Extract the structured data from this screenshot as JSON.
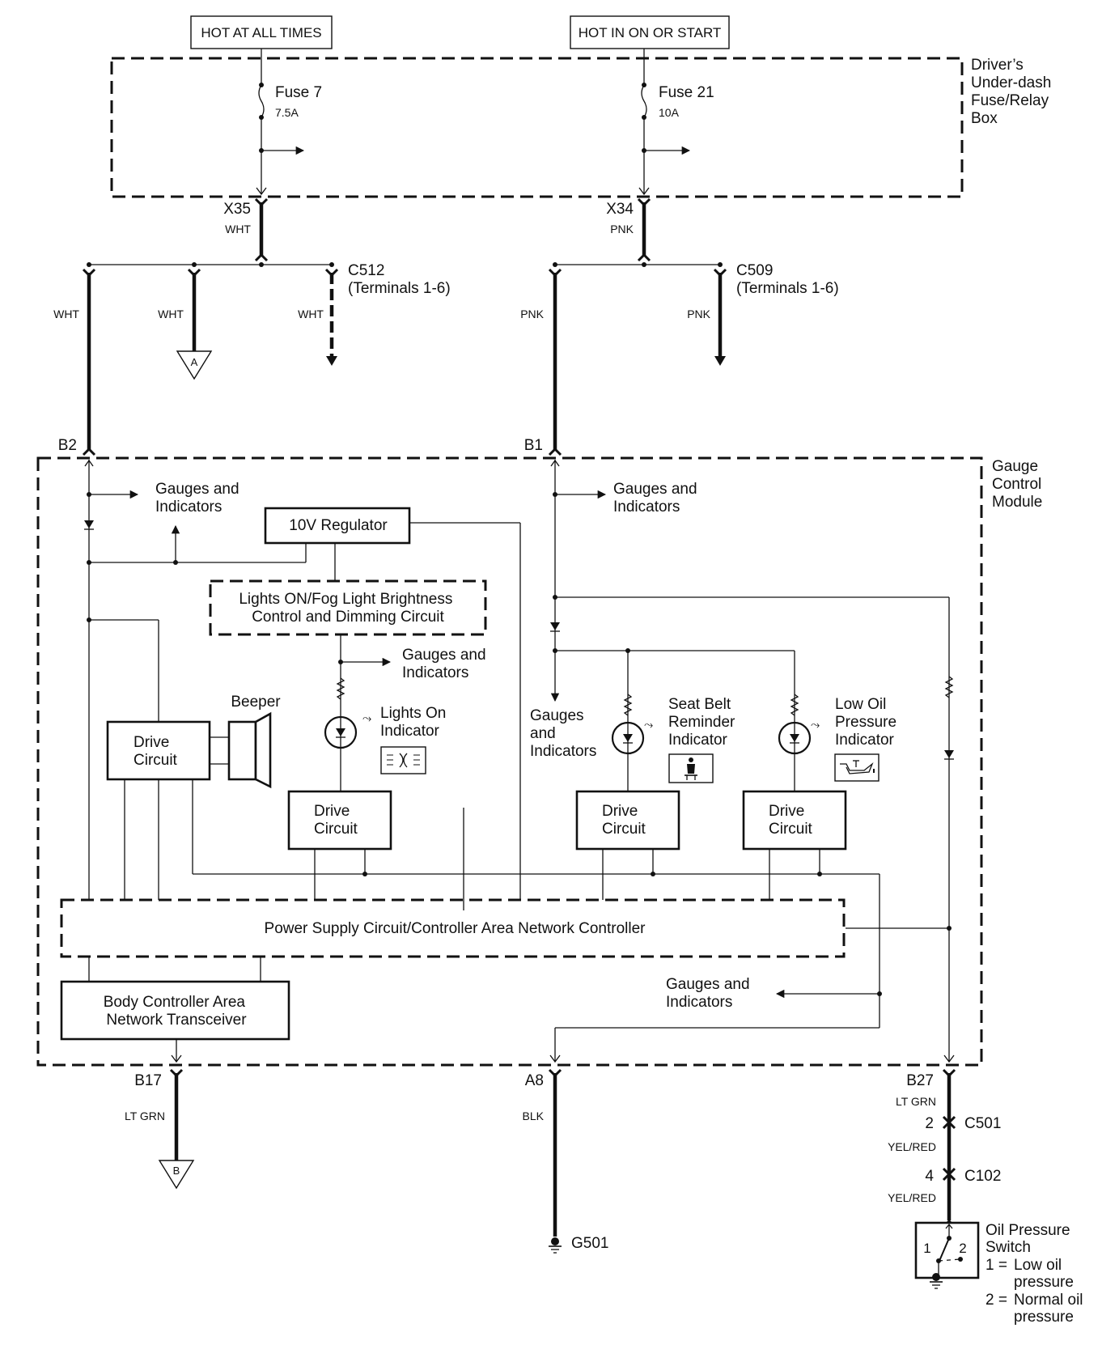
{
  "diagram": {
    "type": "wiring-schematic",
    "subject": "Gauge Control Module indicator circuits"
  },
  "power_sources": {
    "left": "HOT AT ALL TIMES",
    "right": "HOT IN ON OR START"
  },
  "fuse_box": {
    "name_lines": [
      "Driver’s",
      "Under-dash",
      "Fuse/Relay",
      "Box"
    ],
    "fuses": [
      {
        "name": "Fuse 7",
        "rating": "7.5A",
        "terminal": "X35",
        "wire": "WHT"
      },
      {
        "name": "Fuse 21",
        "rating": "10A",
        "terminal": "X34",
        "wire": "PNK"
      }
    ]
  },
  "junctions": [
    {
      "name": "C512",
      "detail": "(Terminals 1-6)",
      "branch_wires": [
        "WHT",
        "WHT",
        "WHT"
      ],
      "link": "A"
    },
    {
      "name": "C509",
      "detail": "(Terminals 1-6)",
      "branch_wires": [
        "PNK",
        "PNK"
      ]
    }
  ],
  "module": {
    "name_lines": [
      "Gauge",
      "Control",
      "Module"
    ],
    "input_pins": [
      "B2",
      "B1"
    ],
    "output_pins": [
      {
        "pin": "B17",
        "wire": "LT GRN",
        "link": "B"
      },
      {
        "pin": "A8",
        "wire": "BLK",
        "ground": "G501"
      },
      {
        "pin": "B27",
        "wire": "LT GRN"
      }
    ],
    "gauges_label_lines": [
      "Gauges and",
      "Indicators"
    ],
    "gauges_label_stacked": [
      "Gauges",
      "and",
      "Indicators"
    ],
    "regulator": "10V Regulator",
    "dimming_circuit_lines": [
      "Lights ON/Fog Light Brightness",
      "Control and Dimming Circuit"
    ],
    "beeper": "Beeper",
    "drive_circuit_lines": [
      "Drive",
      "Circuit"
    ],
    "indicators": [
      {
        "name_lines": [
          "Lights On",
          "Indicator"
        ],
        "icon": "headlight-icon"
      },
      {
        "name_lines": [
          "Seat Belt",
          "Reminder",
          "Indicator"
        ],
        "icon": "seatbelt-icon"
      },
      {
        "name_lines": [
          "Low Oil",
          "Pressure",
          "Indicator"
        ],
        "icon": "oil-can-icon"
      }
    ],
    "power_supply": "Power Supply Circuit/Controller Area Network Controller",
    "transceiver_lines": [
      "Body Controller Area",
      "Network Transceiver"
    ]
  },
  "oil_circuit": {
    "connectors": [
      {
        "pin": "2",
        "name": "C501",
        "wire_after": "YEL/RED"
      },
      {
        "pin": "4",
        "name": "C102",
        "wire_after": "YEL/RED"
      }
    ],
    "switch": {
      "name_lines": [
        "Oil Pressure",
        "Switch"
      ],
      "positions": [
        "1",
        "2"
      ],
      "legend": [
        {
          "key": "1 =",
          "lines": [
            "Low oil",
            "pressure"
          ]
        },
        {
          "key": "2 =",
          "lines": [
            "Normal oil",
            "pressure"
          ]
        }
      ]
    }
  }
}
